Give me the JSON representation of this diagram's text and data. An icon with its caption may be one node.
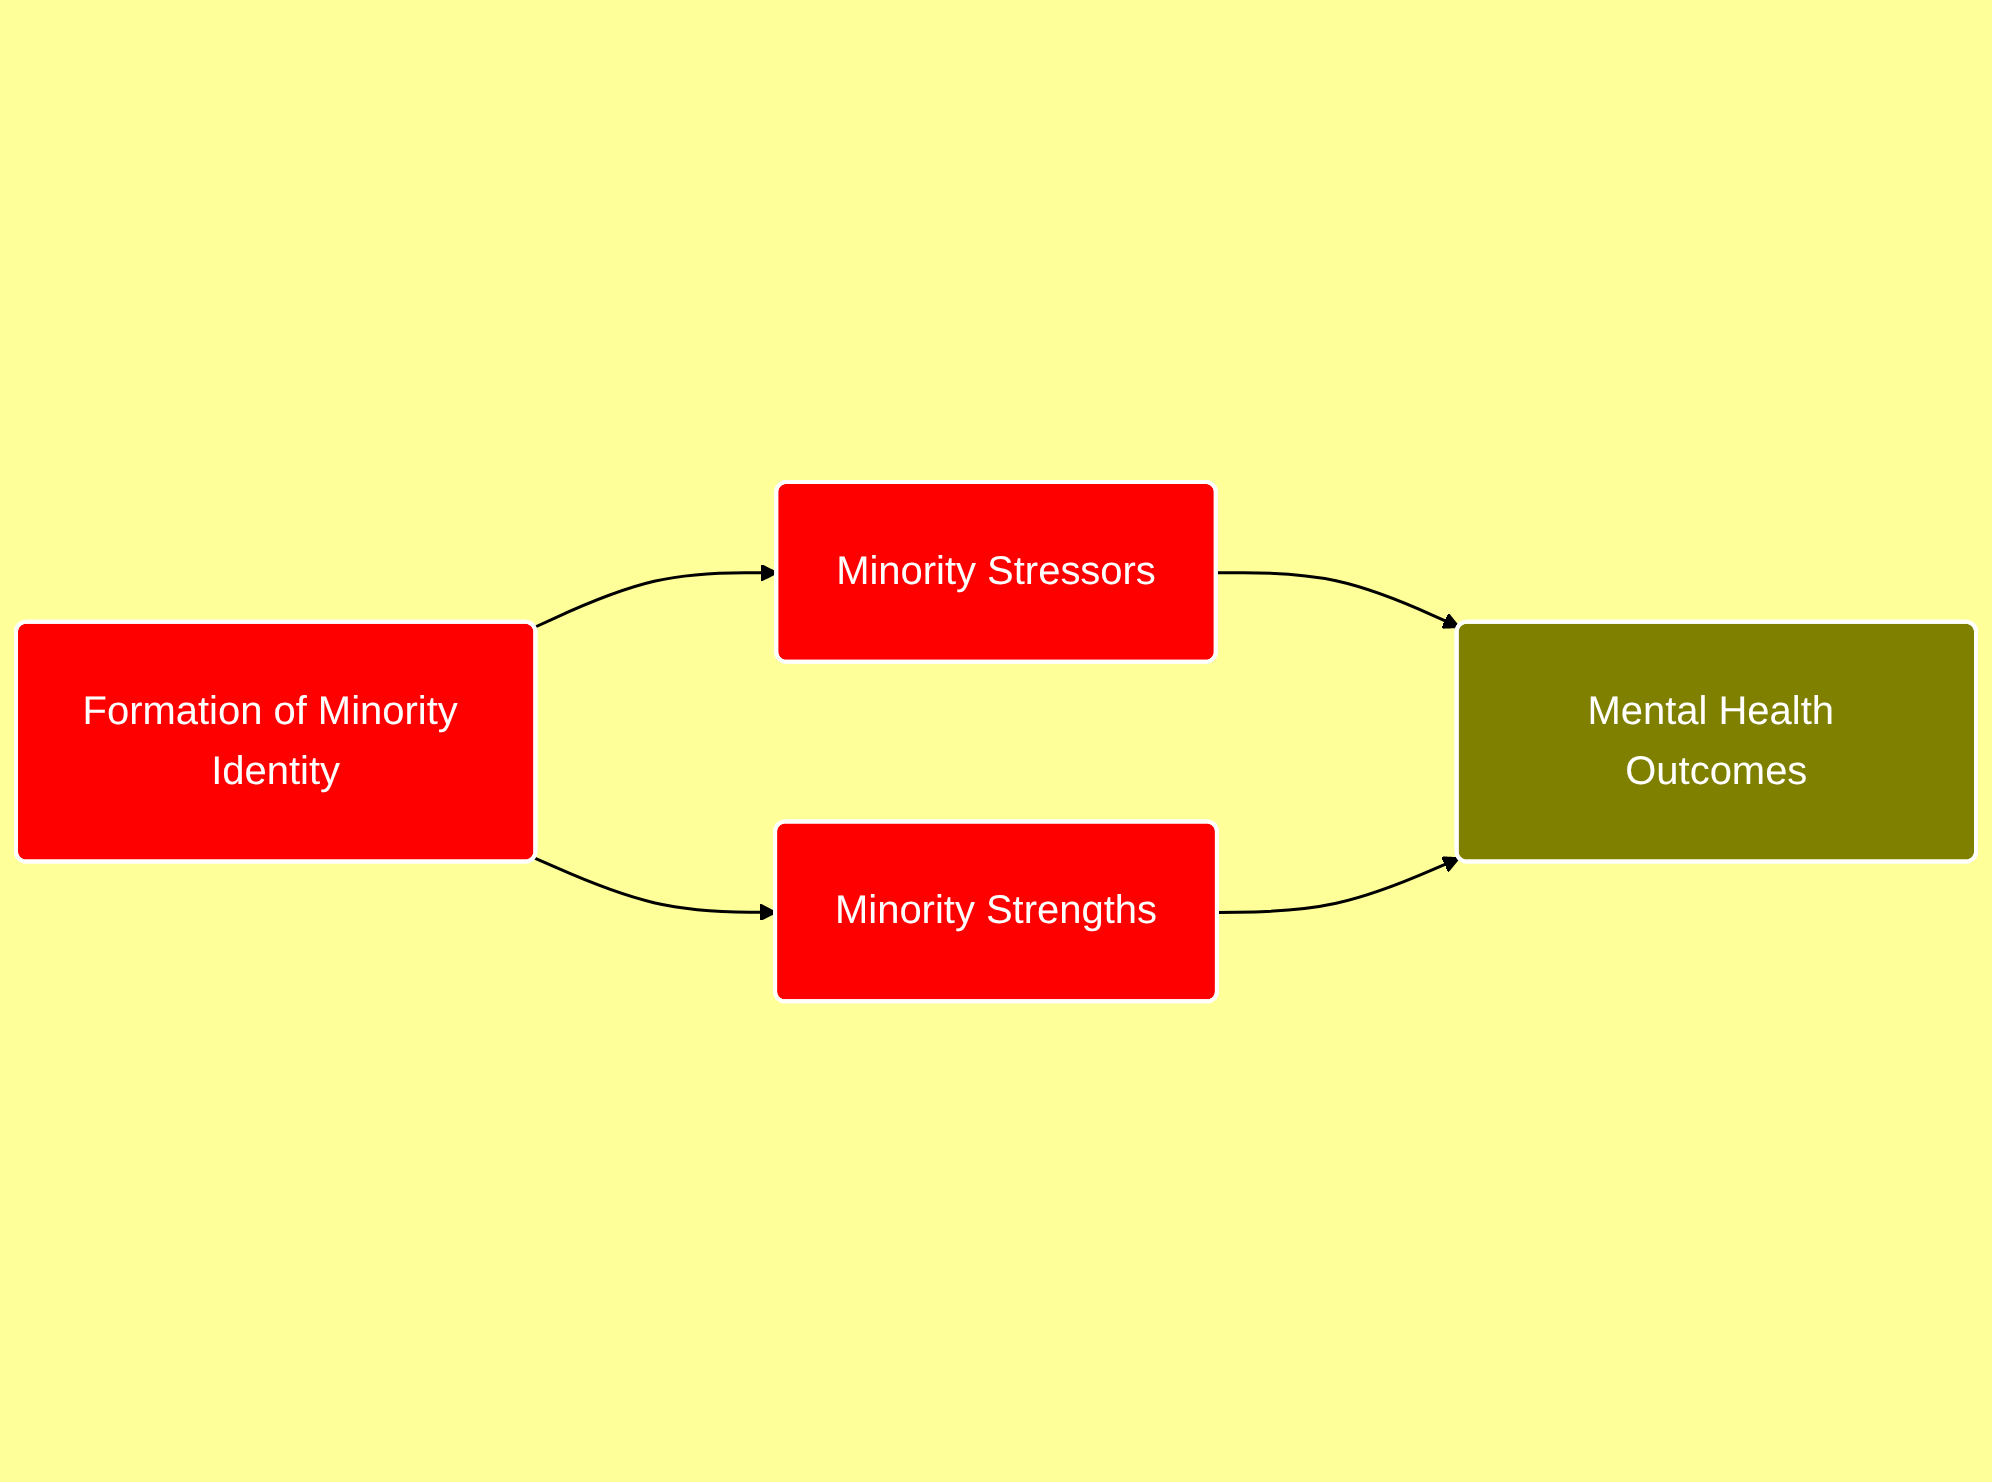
{
  "diagram": {
    "nodes": [
      {
        "text": [
          "Formation of Minority Identity"
        ]
      },
      {
        "text": [
          "Minority Stressors"
        ]
      },
      {
        "text": [
          "Minority Strengths"
        ]
      },
      {
        "text": [
          "Mental Health Outcomes"
        ]
      }
    ],
    "edges": [
      {
        "from": 0,
        "to": 1,
        "arrow": "to"
      },
      {
        "from": 0,
        "to": 2,
        "arrow": "to"
      },
      {
        "from": 1,
        "to": 3,
        "arrow": "to"
      },
      {
        "from": 2,
        "to": 3,
        "arrow": "to"
      }
    ]
  }
}
